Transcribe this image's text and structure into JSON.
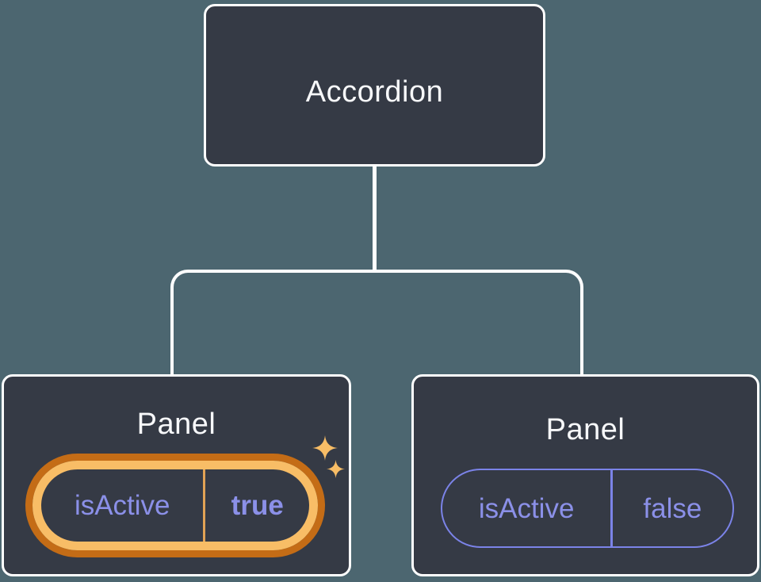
{
  "colors": {
    "background": "#4C6670",
    "node_fill": "#353A45",
    "node_border": "#FFFFFF",
    "title_text": "#F7F8FA",
    "connector": "#FFFFFF",
    "purple": "#8B90E8",
    "purple_border": "#7B83E8",
    "orange_dark": "#C46C16",
    "orange_light": "#F8BD66",
    "orange_divider": "#E2A355",
    "sparkle": "#F8BD66"
  },
  "tree": {
    "root": {
      "label": "Accordion"
    },
    "children": [
      {
        "label": "Panel",
        "highlighted": true,
        "state": {
          "key": "isActive",
          "value": "true"
        }
      },
      {
        "label": "Panel",
        "highlighted": false,
        "state": {
          "key": "isActive",
          "value": "false"
        }
      }
    ]
  }
}
